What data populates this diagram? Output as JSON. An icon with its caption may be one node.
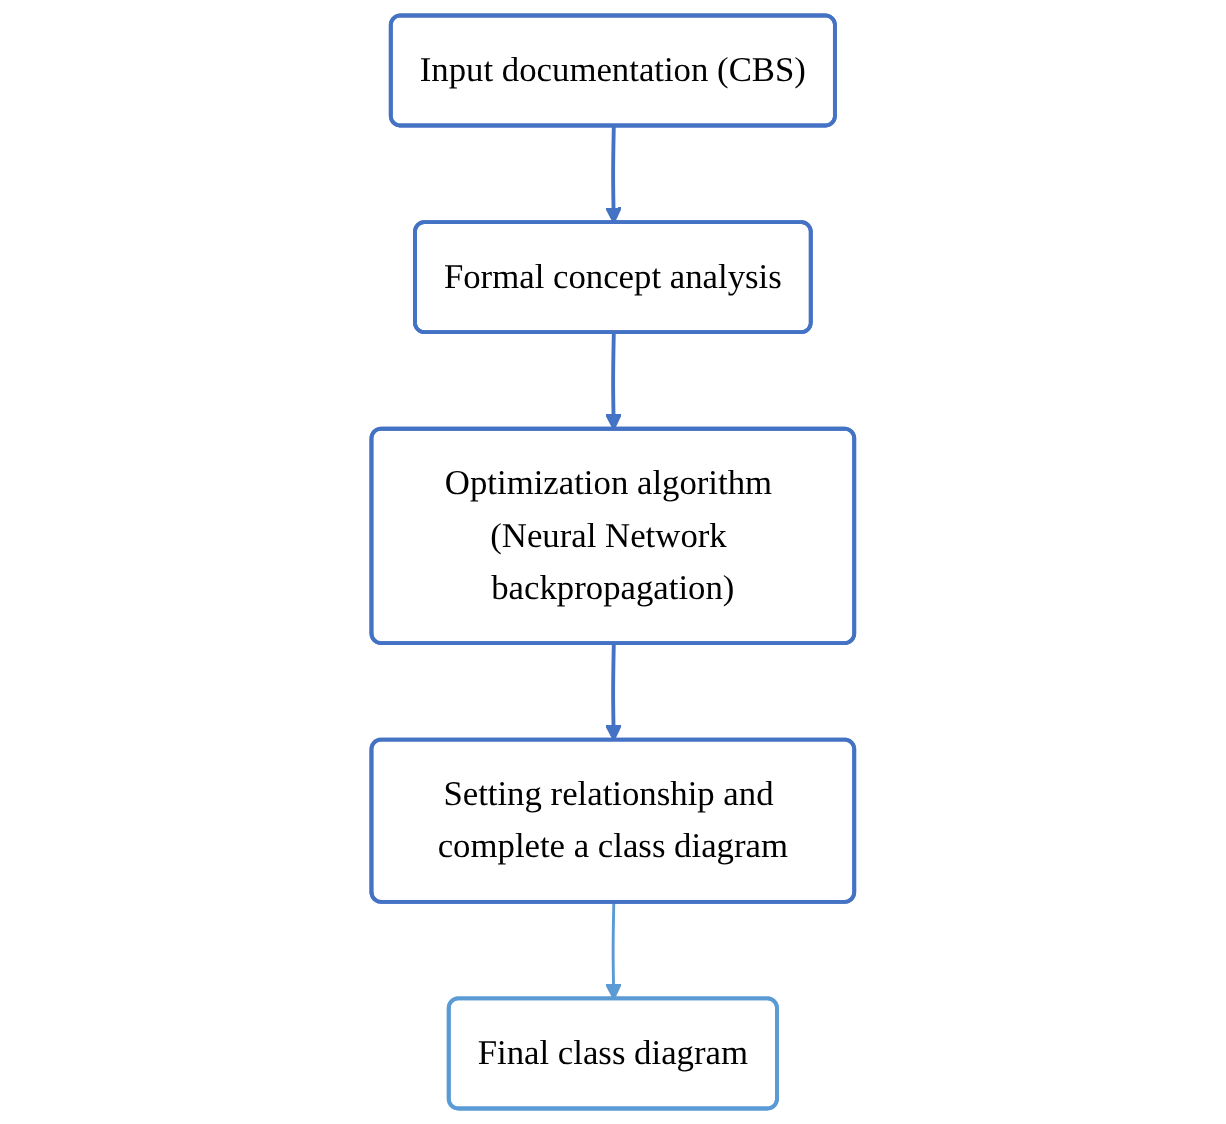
{
  "diagram": {
    "nodes": [
      {
        "text": [
          "Input documentation (CBS)"
        ]
      },
      {
        "text": [
          "Formal concept analysis"
        ]
      },
      {
        "text": [
          "Optimization algorithm (Neural Network backpropagation)"
        ]
      },
      {
        "text": [
          "Setting relationship and complete a class diagram"
        ]
      },
      {
        "text": [
          "Final class diagram"
        ]
      }
    ],
    "edges": [
      {
        "from": 0,
        "to": 1,
        "arrow": "to"
      },
      {
        "from": 1,
        "to": 2,
        "arrow": "to"
      },
      {
        "from": 2,
        "to": 3,
        "arrow": "to"
      },
      {
        "from": 3,
        "to": 4,
        "arrow": "to",
        "color": "#5b9bd5"
      }
    ]
  }
}
